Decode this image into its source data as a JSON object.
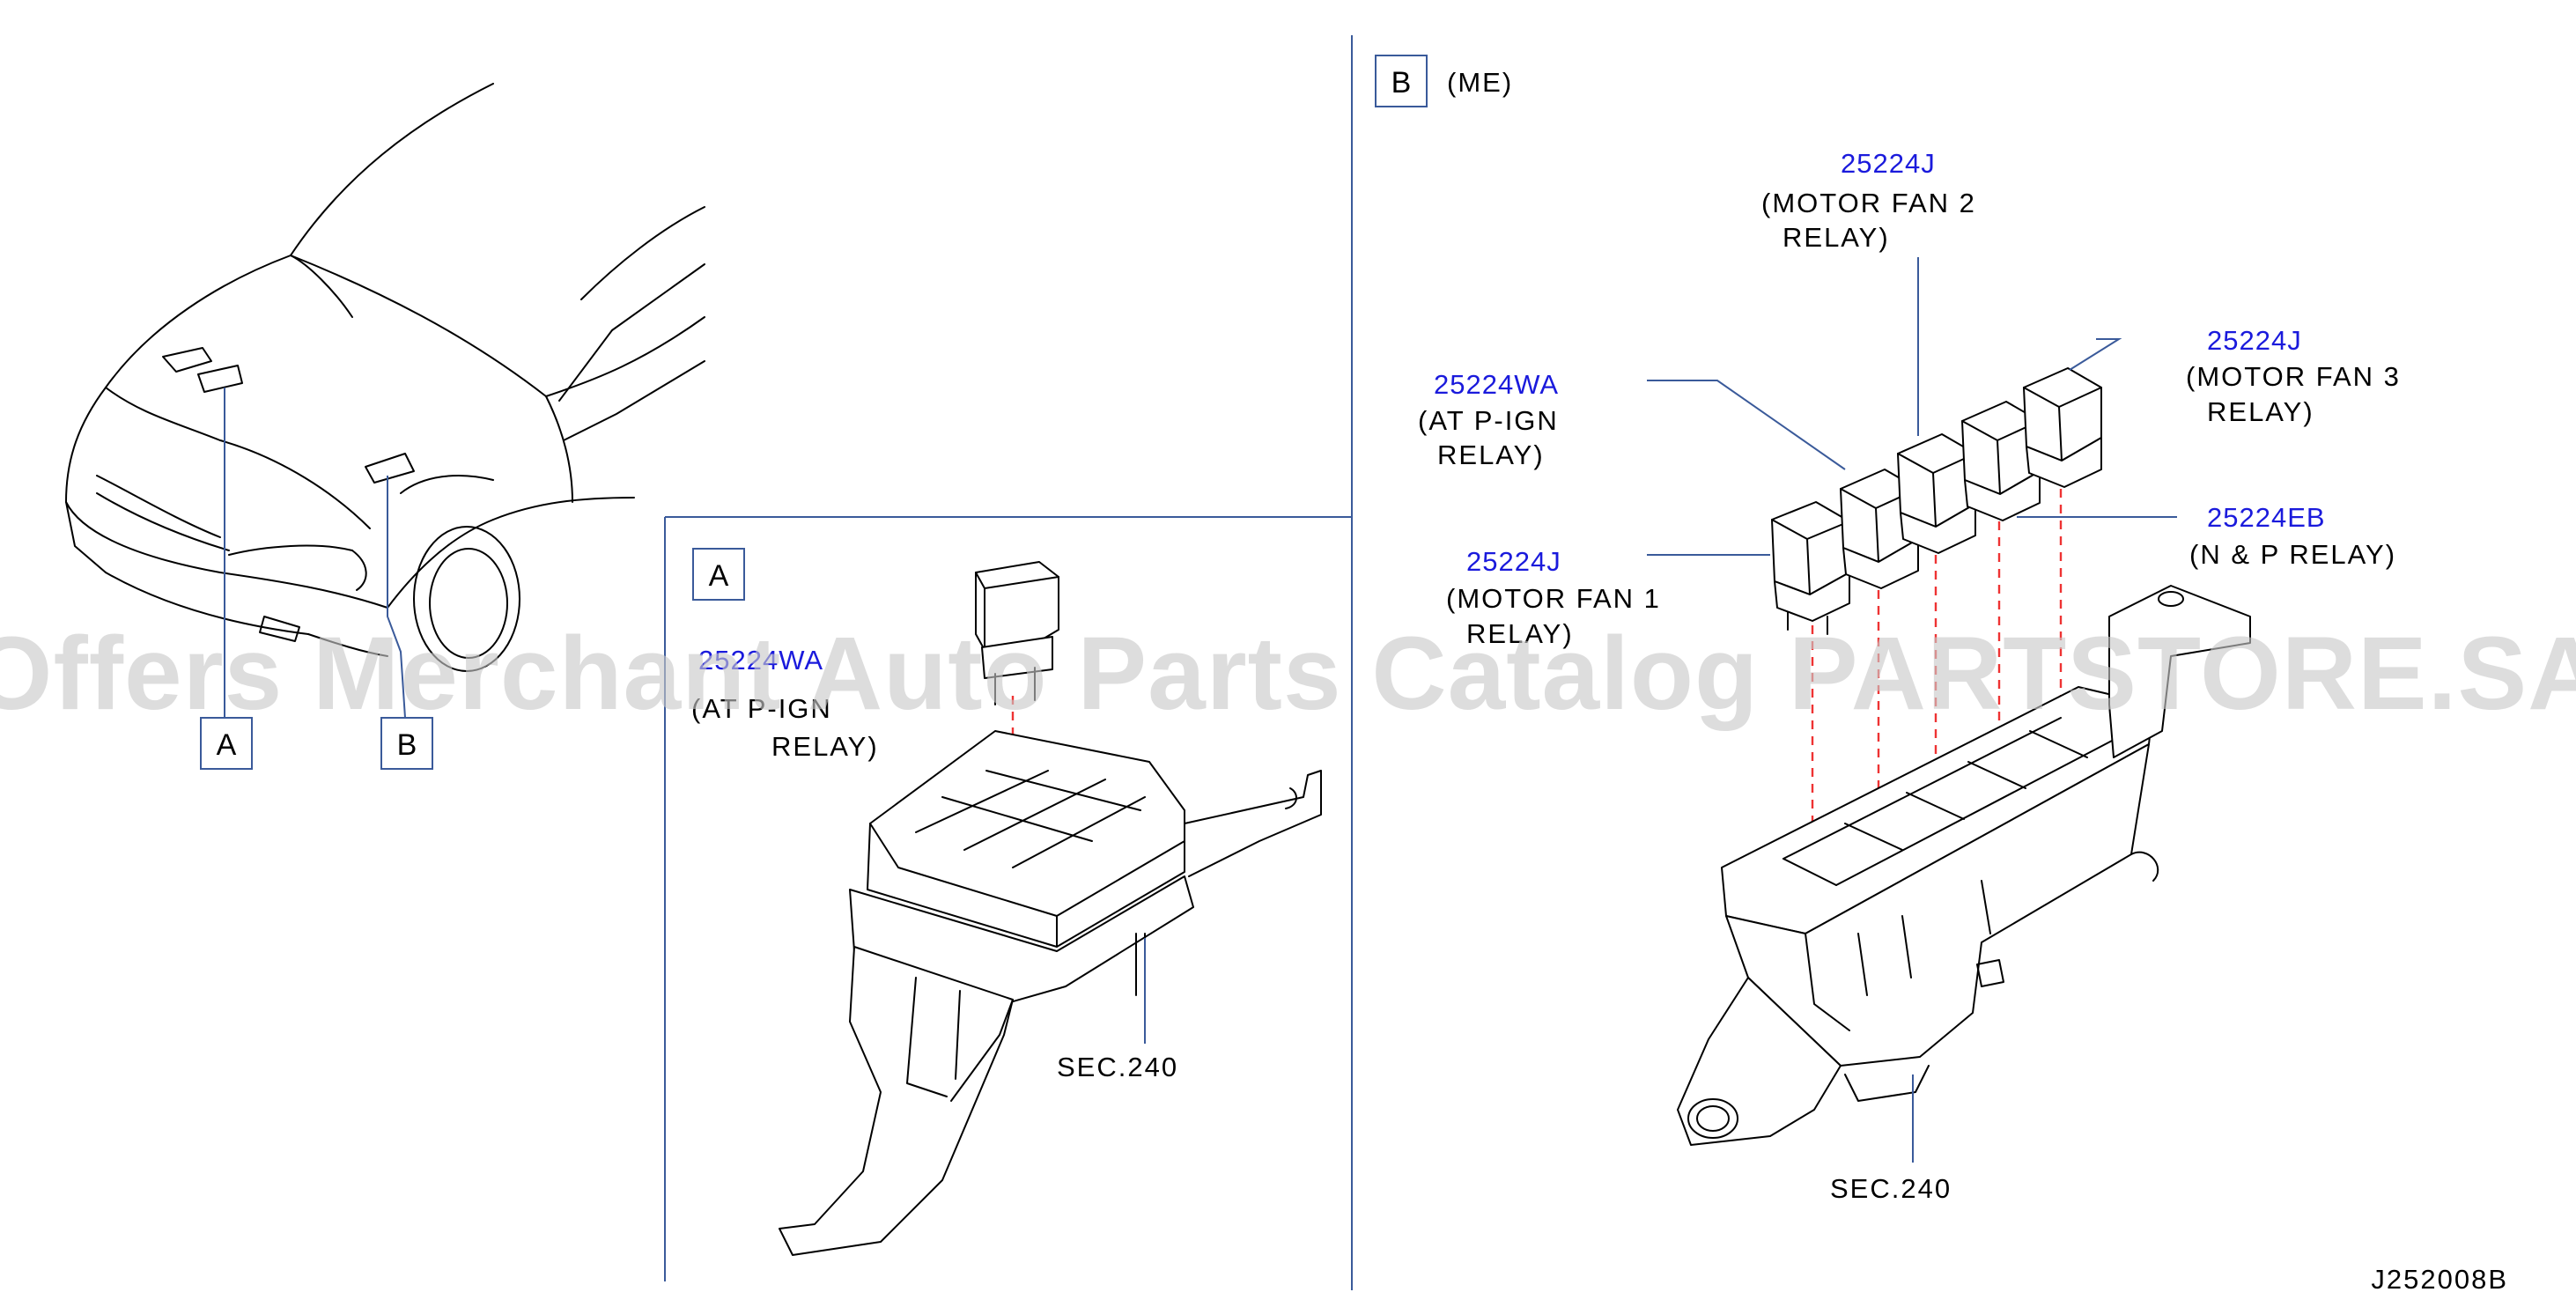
{
  "section_refs": {
    "a_box": "A",
    "b_box": "B",
    "a_marker_car": "A",
    "b_marker_car": "B",
    "variant": "(ME)"
  },
  "panel_a": {
    "part_number": "25224WA",
    "desc_line1": "(AT P-IGN",
    "desc_line2": "RELAY)",
    "sec": "SEC.240"
  },
  "panel_b": {
    "motor_fan_2": {
      "part_number": "25224J",
      "line1": "(MOTOR FAN 2",
      "line2": "RELAY)"
    },
    "motor_fan_3": {
      "part_number": "25224J",
      "line1": "(MOTOR FAN 3",
      "line2": "RELAY)"
    },
    "at_p_ign": {
      "part_number": "25224WA",
      "line1": "(AT P-IGN",
      "line2": "RELAY)"
    },
    "n_p_relay": {
      "part_number": "25224EB",
      "line1": "(N & P RELAY)"
    },
    "motor_fan_1": {
      "part_number": "25224J",
      "line1": "(MOTOR FAN 1",
      "line2": "RELAY)"
    },
    "sec": "SEC.240"
  },
  "diagram_code": "J252008B",
  "watermark": "Offers Merchant Auto Parts Catalog PARTSTORE.SA",
  "colors": {
    "part_number": "#1a1adc",
    "leader_line": "#3a5a9a",
    "dash_line": "#e33333",
    "watermark": "#c9c9c9"
  }
}
